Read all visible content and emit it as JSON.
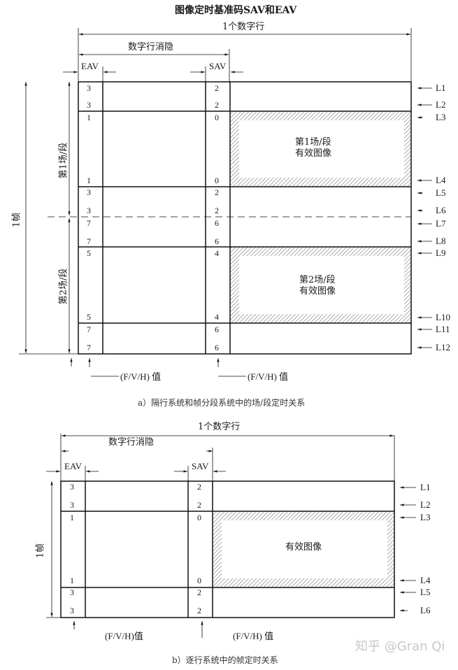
{
  "title": "图像定时基准码SAV和EAV",
  "diagram_a": {
    "label_digital_line": "1个数字行",
    "label_line_blanking": "数字行消隐",
    "label_eav": "EAV",
    "label_sav": "SAV",
    "label_frame": "1帧",
    "label_field1": "第1场/段",
    "label_field2": "第2场/段",
    "active1_line1": "第1场/段",
    "active1_line2": "有效图像",
    "active2_line1": "第2场/段",
    "active2_line2": "有效图像",
    "fvh_label_1": "(F/V/H) 值",
    "fvh_label_2": "(F/V/H) 值",
    "caption": "a）隔行系统和帧分段系统中的场/段定时关系",
    "eav_values": [
      "3",
      "3",
      "1",
      "1",
      "3",
      "3",
      "7",
      "7",
      "5",
      "5",
      "7",
      "7"
    ],
    "sav_values": [
      "2",
      "2",
      "0",
      "0",
      "2",
      "2",
      "6",
      "6",
      "4",
      "4",
      "6",
      "6"
    ],
    "lines": [
      "L1",
      "L2",
      "L3",
      "L4",
      "L5",
      "L6",
      "L7",
      "L8",
      "L9",
      "L10",
      "L11",
      "L12"
    ]
  },
  "diagram_b": {
    "label_digital_line": "1个数字行",
    "label_line_blanking": "数字行消隐",
    "label_eav": "EAV",
    "label_sav": "SAV",
    "label_frame": "1帧",
    "active_label": "有效图像",
    "fvh_label_1": "(F/V/H)值",
    "fvh_label_2": "(F/V/H) 值",
    "caption": "b）逐行系统中的帧定时关系",
    "eav_values": [
      "3",
      "3",
      "1",
      "1",
      "3",
      "3"
    ],
    "sav_values": [
      "2",
      "2",
      "0",
      "0",
      "2",
      "2"
    ],
    "lines": [
      "L1",
      "L2",
      "L3",
      "L4",
      "L5",
      "L6"
    ]
  },
  "watermark": "知乎 @Gran Qi"
}
